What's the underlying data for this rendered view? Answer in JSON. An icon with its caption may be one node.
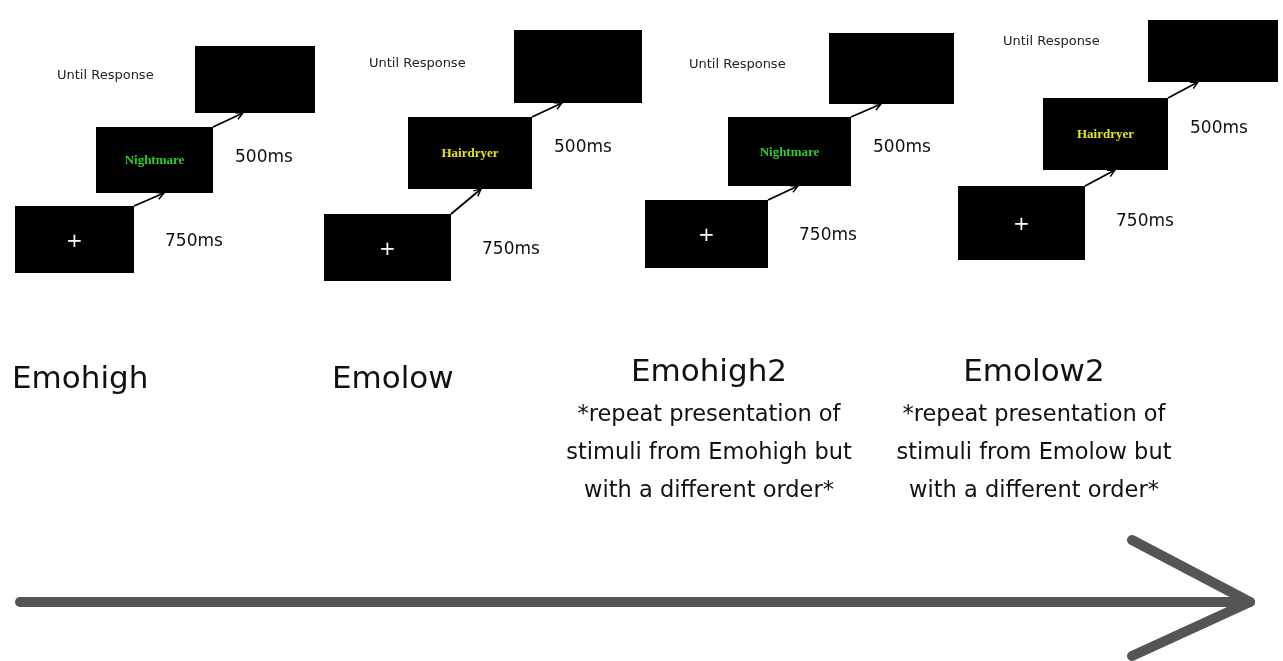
{
  "diagram": {
    "nodes": [
      {
        "text": [
          "+"
        ]
      },
      {
        "text": [
          "Nightmare"
        ]
      },
      {
        "text": [],
        "shape": "box",
        "beside": [
          "Until Response"
        ]
      },
      {
        "text": [
          "+"
        ]
      },
      {
        "text": [
          "Hairdryer"
        ]
      },
      {
        "text": [],
        "shape": "box",
        "beside": [
          "Until Response"
        ]
      },
      {
        "text": [
          "+"
        ]
      },
      {
        "text": [
          "Nightmare"
        ]
      },
      {
        "text": [],
        "shape": "box",
        "beside": [
          "Until Response"
        ]
      },
      {
        "text": [
          "+"
        ]
      },
      {
        "text": [
          "Hairdryer"
        ]
      },
      {
        "text": [],
        "shape": "box",
        "beside": [
          "Until Response"
        ]
      }
    ],
    "edges": [
      {
        "from": 0,
        "to": 1,
        "arrow": "to",
        "label": "750ms"
      },
      {
        "from": 1,
        "to": 2,
        "arrow": "to",
        "label": "500ms"
      },
      {
        "from": 3,
        "to": 4,
        "arrow": "to",
        "label": "750ms"
      },
      {
        "from": 4,
        "to": 5,
        "arrow": "to",
        "label": "500ms"
      },
      {
        "from": 6,
        "to": 7,
        "arrow": "to",
        "label": "750ms"
      },
      {
        "from": 7,
        "to": 8,
        "arrow": "to",
        "label": "500ms"
      },
      {
        "from": 9,
        "to": 10,
        "arrow": "to",
        "label": "750ms"
      },
      {
        "from": 10,
        "to": 11,
        "arrow": "to",
        "label": "500ms"
      }
    ],
    "labels": [
      "Emohigh",
      "Emolow",
      "Emohigh2",
      "*repeat presentation of stimuli from Emohigh but with a different order*",
      "Emolow2",
      "*repeat presentation of stimuli from Emolow but with a different order*"
    ]
  }
}
